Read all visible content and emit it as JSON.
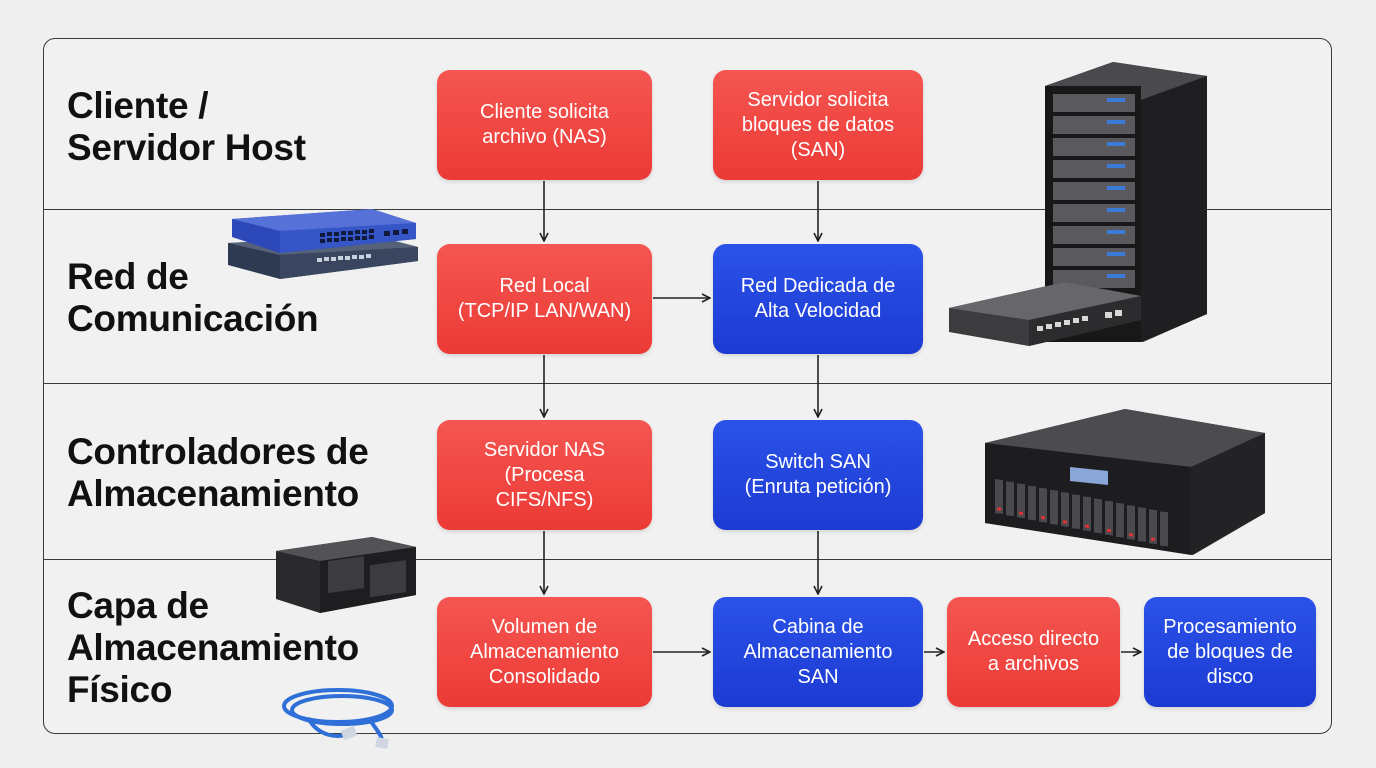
{
  "layers": [
    {
      "title": "Cliente /\nServidor Host"
    },
    {
      "title": "Red de\nComunicación"
    },
    {
      "title": "Controladores de\nAlmacenamiento"
    },
    {
      "title": "Capa de\nAlmacenamiento\nFísico"
    }
  ],
  "nodes": {
    "nas_request": "Cliente solicita\narchivo (NAS)",
    "san_request": "Servidor solicita\nbloques de datos\n(SAN)",
    "local_network": "Red Local\n(TCP/IP LAN/WAN)",
    "dedicated_network": "Red Dedicada de\nAlta Velocidad",
    "nas_server": "Servidor NAS\n(Procesa\nCIFS/NFS)",
    "san_switch": "Switch SAN\n(Enruta petición)",
    "consolidated_volume": "Volumen de\nAlmacenamiento\nConsolidado",
    "san_array": "Cabina de\nAlmacenamiento\nSAN",
    "file_access": "Acceso directo\na archivos",
    "block_processing": "Procesamiento\nde bloques de\ndisco"
  },
  "colors": {
    "nas_red": "#ef4440",
    "san_blue": "#2244dd",
    "border": "#3a3a3a",
    "background": "#efefef"
  },
  "illustrations": [
    "network-switch-stack",
    "server-rack-with-switch",
    "rackmount-storage-server",
    "small-nas-enclosure",
    "ethernet-cable"
  ]
}
